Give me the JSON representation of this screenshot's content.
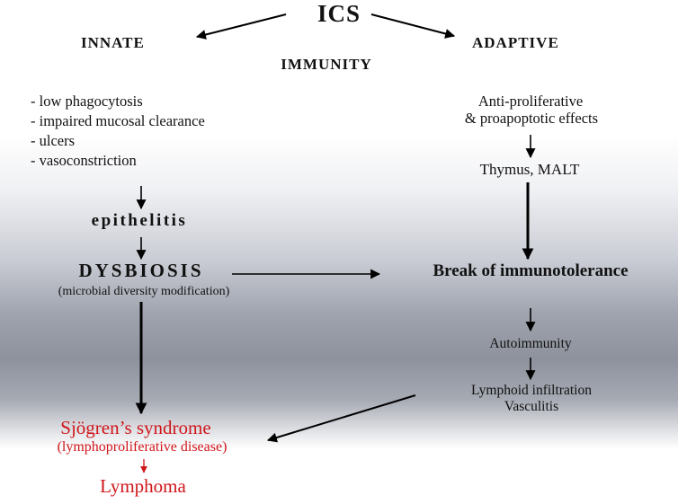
{
  "title": "ICS",
  "branches": {
    "innate": "INNATE",
    "adaptive": "ADAPTIVE",
    "immunity": "IMMUNITY"
  },
  "innate_effects": [
    "- low phagocytosis",
    "- impaired mucosal clearance",
    "- ulcers",
    "- vasoconstriction"
  ],
  "innate_chain": {
    "epithelitis": "epithelitis",
    "dysbiosis": "DYSBIOSIS",
    "dysbiosis_note": "(microbial diversity modification)"
  },
  "adaptive_chain": {
    "effects_line1": "Anti-proliferative",
    "effects_line2": "& proapoptotic effects",
    "organs": "Thymus, MALT",
    "break": "Break of immunotolerance",
    "autoimmunity": "Autoimmunity",
    "infiltration_line1": "Lymphoid infiltration",
    "infiltration_line2": "Vasculitis"
  },
  "outcome": {
    "disease": "Sjögren’s syndrome",
    "disease_note": "(lymphoproliferative disease)",
    "lymphoma": "Lymphoma"
  },
  "colors": {
    "text": "#111111",
    "outcome_red": "#d0161b",
    "arrow": "#000000"
  }
}
